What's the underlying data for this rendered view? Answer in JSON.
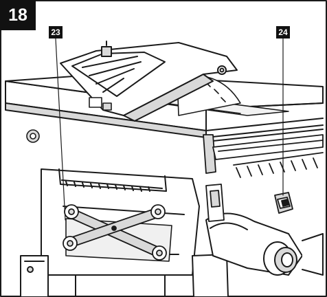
{
  "figure": {
    "number": "18",
    "callouts": [
      {
        "id": "23",
        "label": "23"
      },
      {
        "id": "24",
        "label": "24"
      }
    ]
  },
  "colors": {
    "line": "#1a1a1a",
    "fill_light": "#ffffff",
    "fill_gray": "#d9d9d9",
    "label_bg": "#111111",
    "label_text": "#ffffff"
  }
}
